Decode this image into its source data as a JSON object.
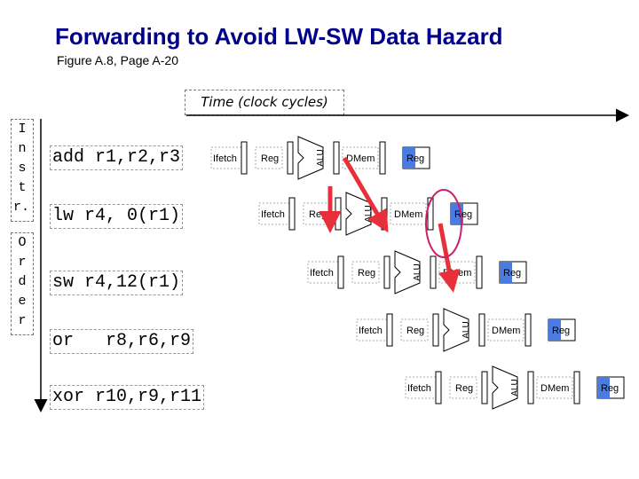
{
  "title": "Forwarding to Avoid LW-SW Data Hazard",
  "subtitle": "Figure A.8, Page A-20",
  "time_label": "Time (clock cycles)",
  "vertical_label_top": [
    "I",
    "n",
    "s",
    "t",
    "r."
  ],
  "vertical_label_bottom": [
    "O",
    "r",
    "d",
    "e",
    "r"
  ],
  "instructions": [
    "add r1,r2,r3",
    "lw r4, 0(r1)",
    "sw r4,12(r1)",
    "or   r8,r6,r9",
    "xor r10,r9,r11"
  ],
  "stage_labels": {
    "ifetch": "Ifetch",
    "reg": "Reg",
    "alu": "ALU",
    "dmem": "DMem"
  },
  "colors": {
    "title": "#00008b",
    "arrow": "#e8303a",
    "circle": "#cc1f6a",
    "reg_fill": "#4a7be0",
    "stage_stroke": "#000000"
  },
  "icons": [
    "time-arrow",
    "vertical-order-arrow",
    "forwarding-arrow",
    "hazard-circle"
  ]
}
